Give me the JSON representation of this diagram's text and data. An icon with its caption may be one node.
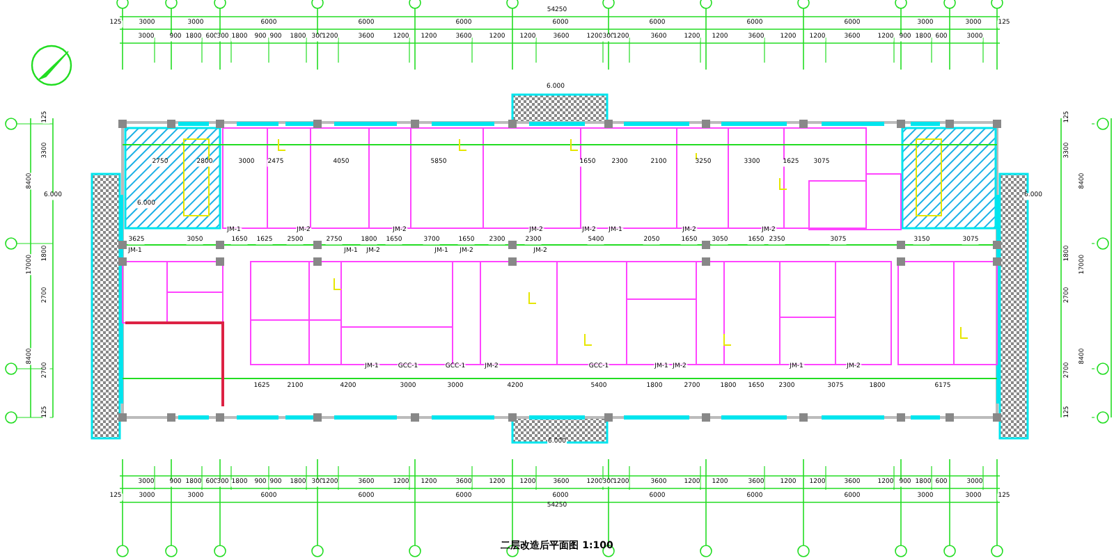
{
  "diagram": {
    "title": "二层改造后平面图 1:100",
    "labels": [
      "54250",
      "125",
      "3000",
      "3000",
      "6000",
      "6000",
      "6000",
      "6000",
      "6000",
      "6000",
      "6000",
      "3000",
      "3000",
      "125",
      "3000",
      "900",
      "1800",
      "600",
      "300",
      "1800",
      "900",
      "900",
      "1800",
      "300",
      "1200",
      "3600",
      "1200",
      "1200",
      "3600",
      "1200",
      "1200",
      "3600",
      "1200",
      "300",
      "1200",
      "3600",
      "1200",
      "1200",
      "3600",
      "1200",
      "1200",
      "3600",
      "1200",
      "900",
      "1800",
      "600",
      "3000",
      "125",
      "3300",
      "8400",
      "1800",
      "17000",
      "2700",
      "8400",
      "2700",
      "125",
      "125",
      "3300",
      "8400",
      "1800",
      "17000",
      "2700",
      "8400",
      "2700",
      "125",
      "6.000",
      "6.000",
      "6.000",
      "6.000",
      "6.000",
      "2750",
      "2800",
      "3000",
      "2475",
      "4050",
      "5850",
      "1650",
      "2300",
      "2100",
      "3250",
      "3300",
      "1625",
      "3075",
      "3625",
      "3050",
      "1650",
      "1625",
      "2500",
      "2750",
      "1800",
      "1650",
      "3700",
      "1650",
      "2300",
      "2300",
      "5400",
      "2050",
      "1650",
      "3050",
      "1650",
      "2350",
      "3075",
      "3150",
      "3075",
      "1625",
      "2100",
      "4200",
      "3000",
      "3000",
      "4200",
      "5400",
      "1800",
      "2700",
      "1800",
      "1650",
      "2300",
      "3075",
      "1800",
      "6175",
      "GCC-1",
      "GCC-1",
      "GCC-1",
      "JM-1",
      "JM-2",
      "JM-2",
      "JM-2",
      "JM-2",
      "JM-1",
      "JM-2",
      "JM-2",
      "JM-1",
      "JM-1",
      "JM-2",
      "JM-1",
      "JM-2",
      "JM-2",
      "JM-1",
      "JM-2",
      "JM-1",
      "JM-2",
      "JM-1",
      "JM-2",
      "54250",
      "125",
      "3000",
      "3000",
      "6000",
      "6000",
      "6000",
      "6000",
      "6000",
      "6000",
      "6000",
      "3000",
      "3000",
      "125",
      "3000",
      "900",
      "1800",
      "600",
      "300",
      "1800",
      "900",
      "900",
      "1800",
      "300",
      "1200",
      "3600",
      "1200",
      "1200",
      "3600",
      "1200",
      "1200",
      "3600",
      "1200",
      "300",
      "1200",
      "3600",
      "1200",
      "1200",
      "3600",
      "1200",
      "1200",
      "3600",
      "1200",
      "900",
      "1800",
      "600",
      "3000"
    ]
  }
}
